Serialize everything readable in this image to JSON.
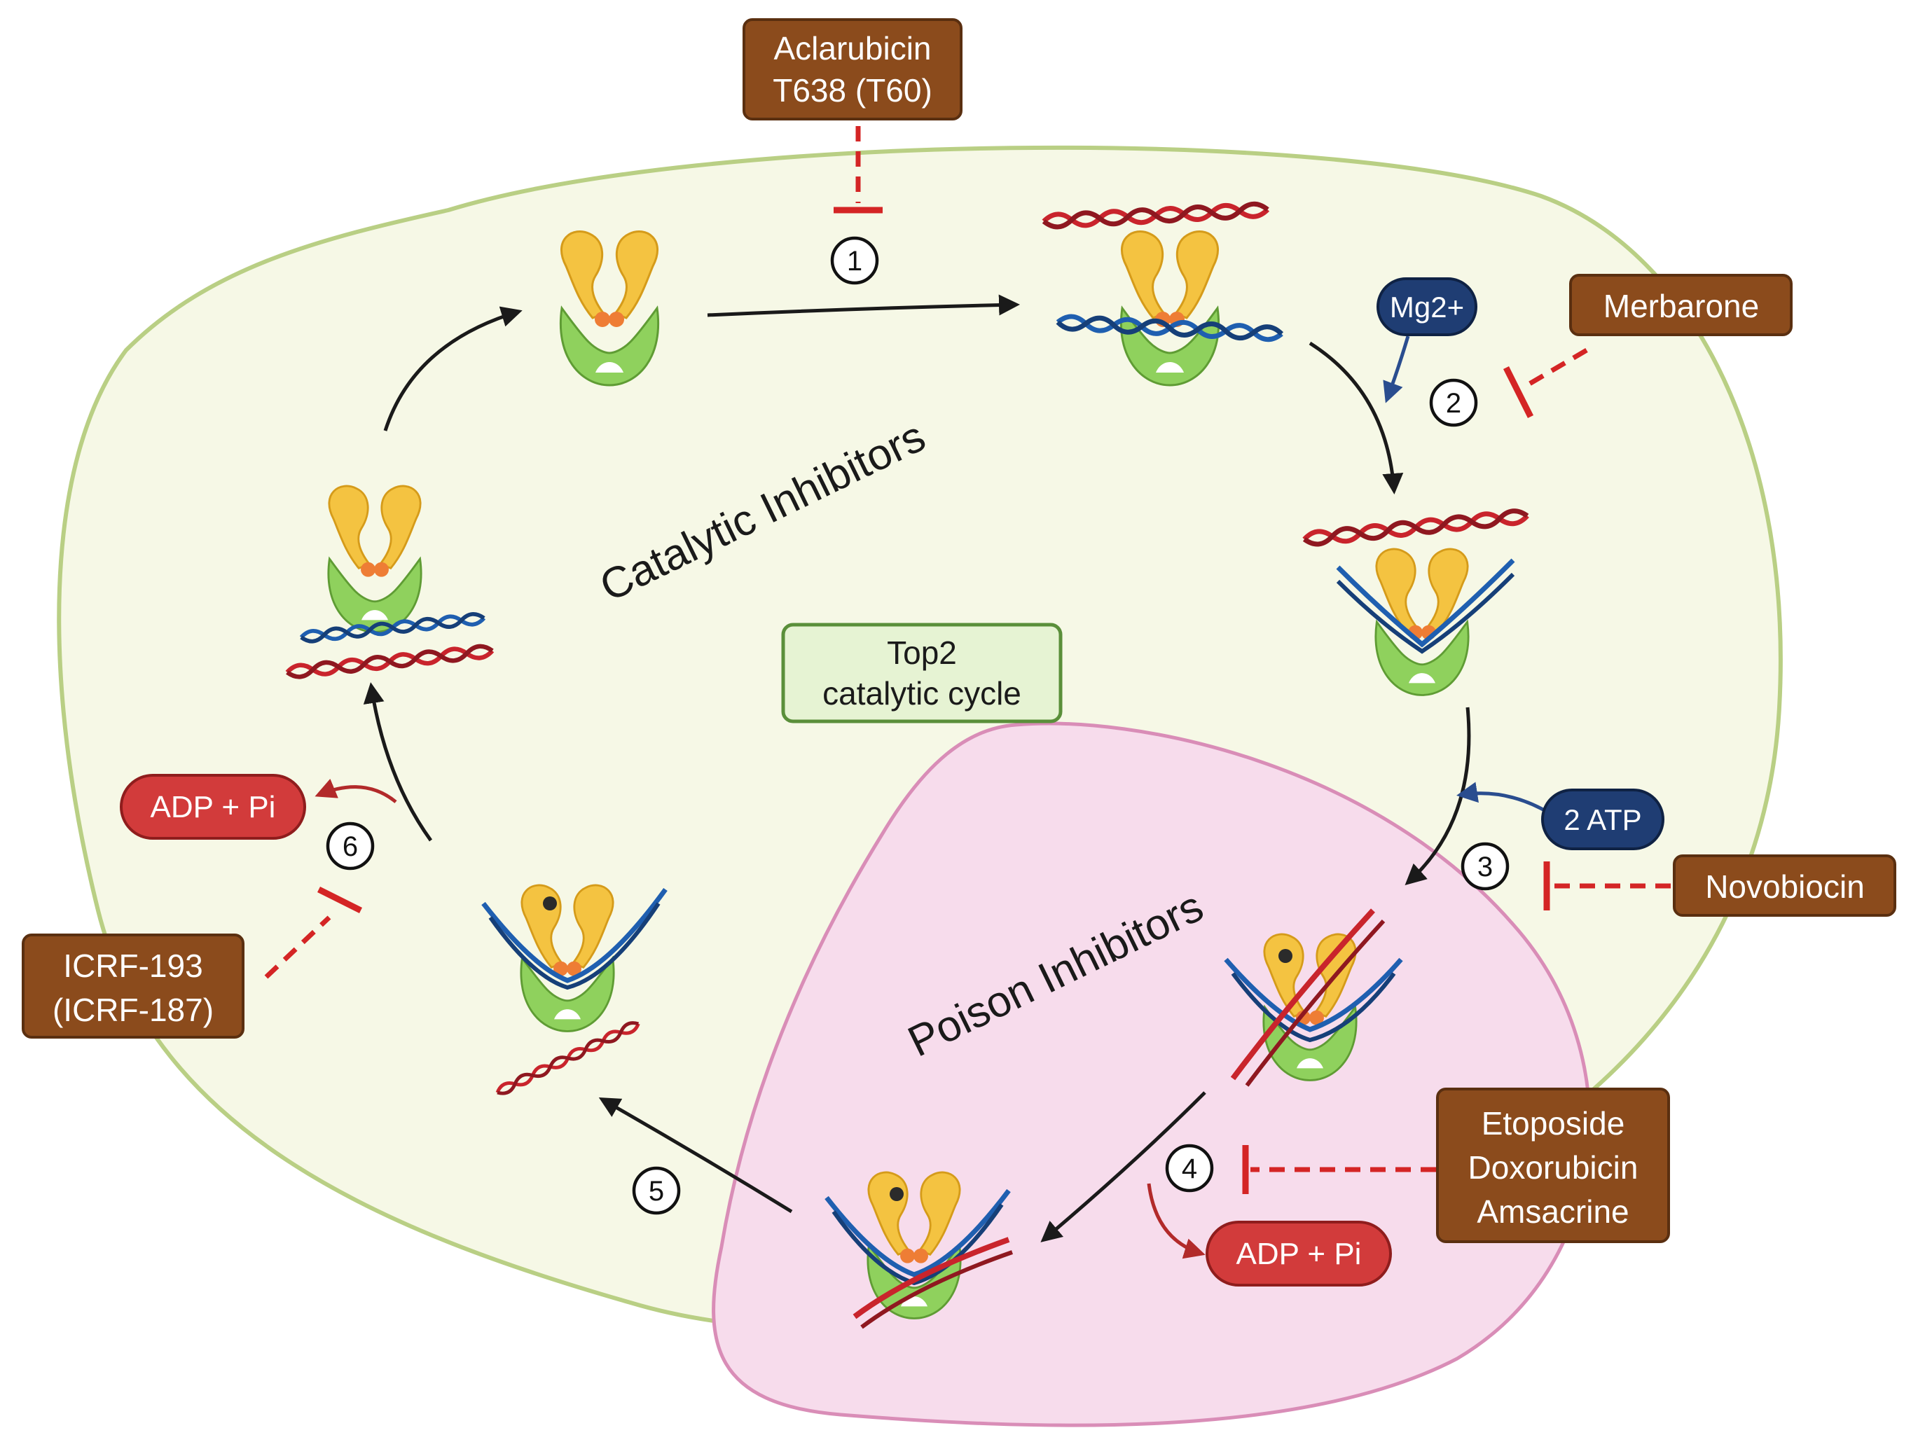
{
  "regions": {
    "catalytic_label": "Catalytic Inhibitors",
    "poison_label": "Poison Inhibitors",
    "center_label_line1": "Top2",
    "center_label_line2": "catalytic cycle"
  },
  "steps": [
    "1",
    "2",
    "3",
    "4",
    "5",
    "6"
  ],
  "inhibitors": {
    "aclarubicin_line1": "Aclarubicin",
    "aclarubicin_line2": "T638 (T60)",
    "merbarone": "Merbarone",
    "novobiocin": "Novobiocin",
    "poison_line1": "Etoposide",
    "poison_line2": "Doxorubicin",
    "poison_line3": "Amsacrine",
    "icrf_line1": "ICRF-193",
    "icrf_line2": "(ICRF-187)"
  },
  "cofactors": {
    "mg": "Mg2+",
    "atp": "2 ATP",
    "adp_left": "ADP + Pi",
    "adp_bottom": "ADP + Pi"
  },
  "colors": {
    "cell_fill": "#f6f8e6",
    "cell_stroke": "#b9cf84",
    "poison_fill": "#f7dcec",
    "poison_stroke": "#d98db7",
    "drug_box": "#8b4b1c",
    "cofactor_box": "#1f3d73",
    "adp_box": "#d23b3b",
    "inhibition": "#d42525",
    "center_box": "#e6f3d3",
    "center_stroke": "#5a8f3a",
    "top2_yellow": "#f4c341",
    "top2_green": "#8fd15d",
    "dna_red": "#c9242c",
    "dna_blue": "#1f5fb0"
  },
  "icons": [
    "top2-enzyme-icon",
    "dna-helix-icon",
    "atp-hydrolysis-icon"
  ]
}
